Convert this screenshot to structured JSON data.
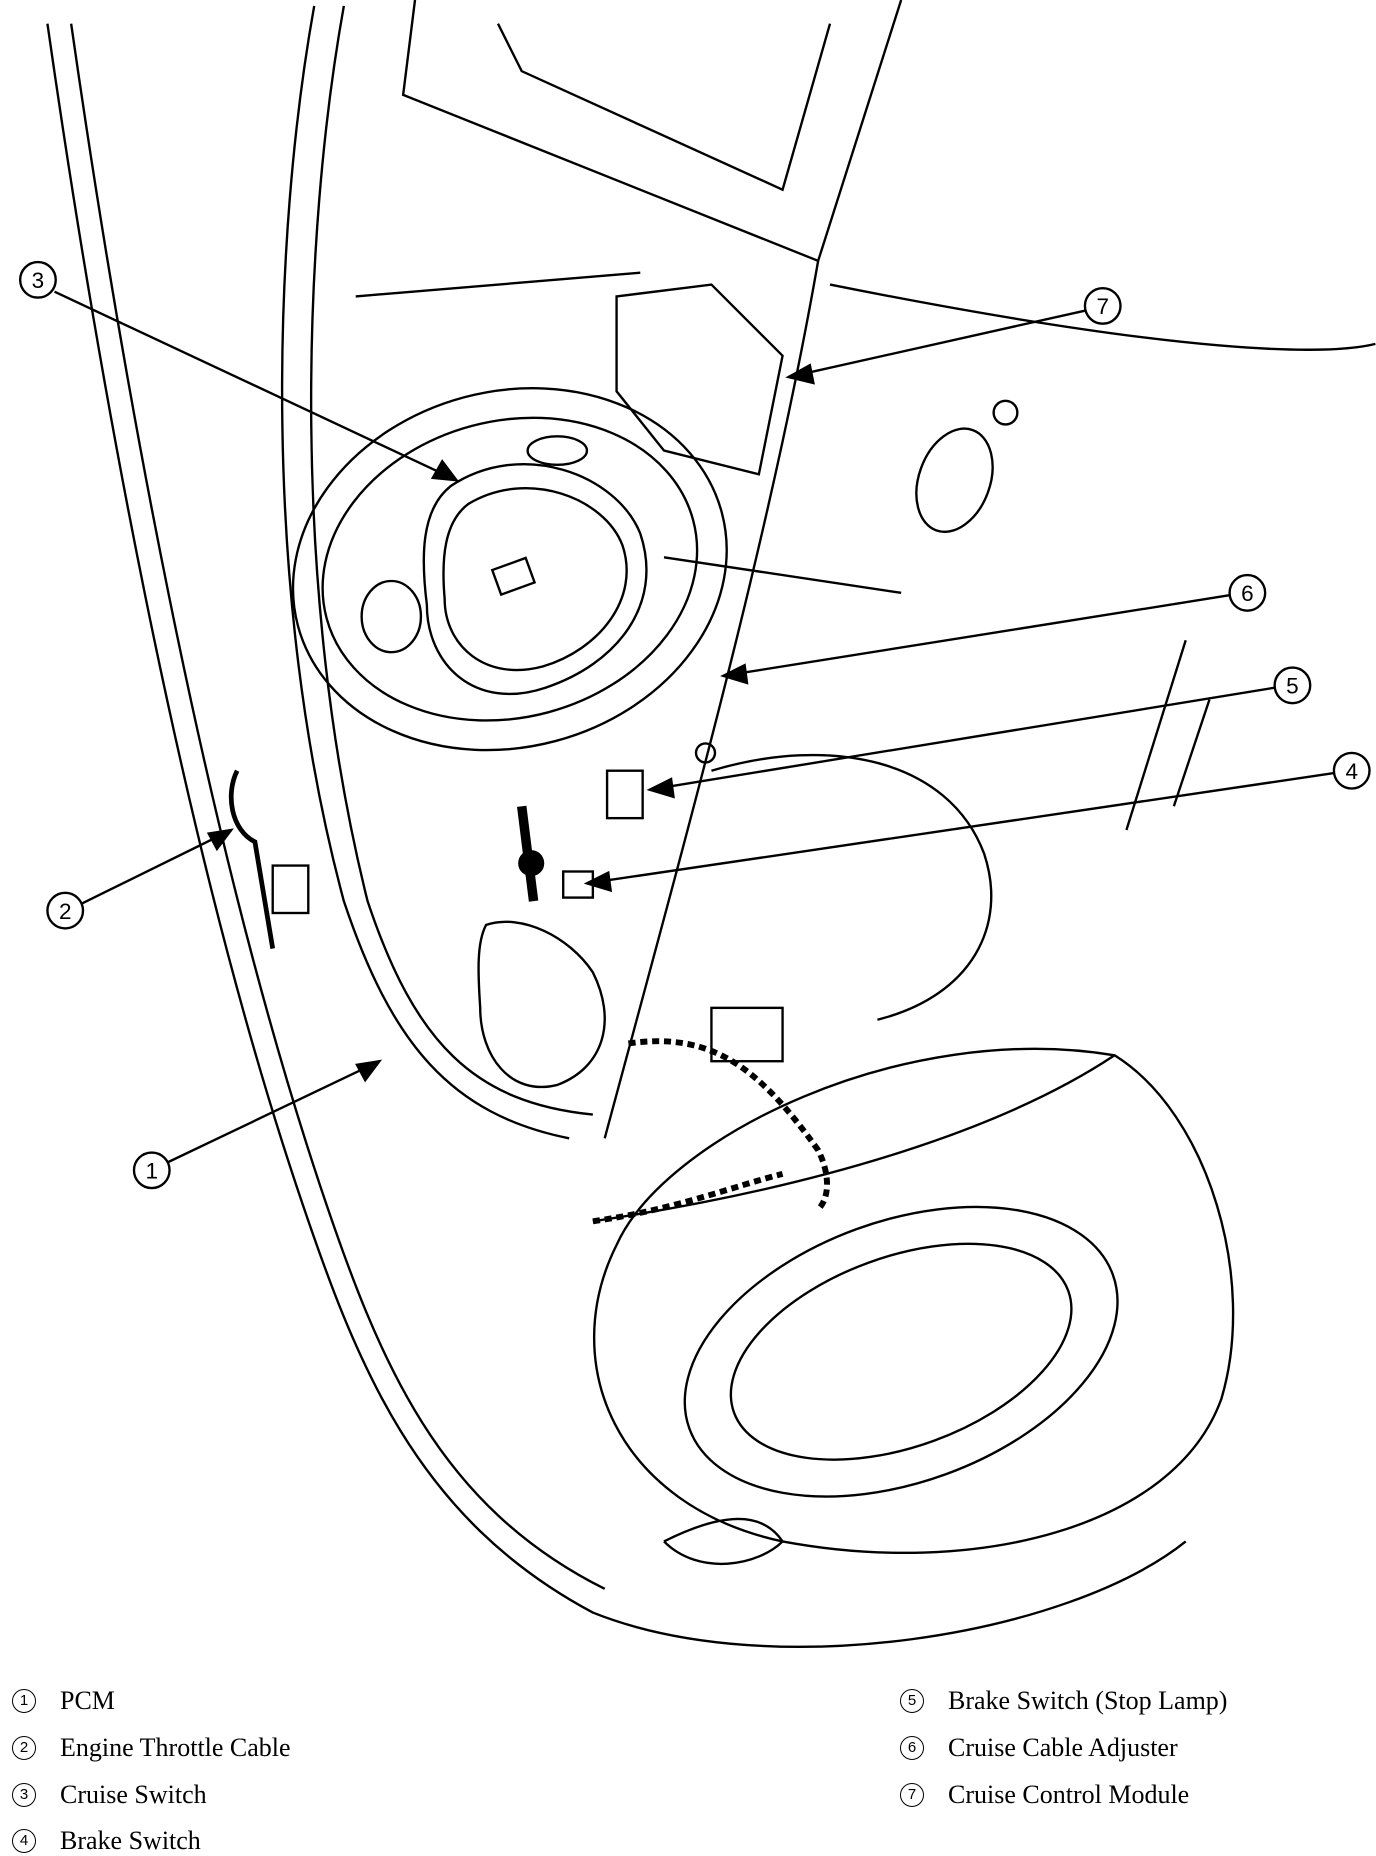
{
  "callouts": [
    {
      "num": "1",
      "label": "PCM"
    },
    {
      "num": "2",
      "label": "Engine Throttle Cable"
    },
    {
      "num": "3",
      "label": "Cruise Switch"
    },
    {
      "num": "4",
      "label": "Brake Switch"
    },
    {
      "num": "5",
      "label": "Brake Switch (Stop Lamp)"
    },
    {
      "num": "6",
      "label": "Cruise Cable Adjuster"
    },
    {
      "num": "7",
      "label": "Cruise Control Module"
    }
  ]
}
